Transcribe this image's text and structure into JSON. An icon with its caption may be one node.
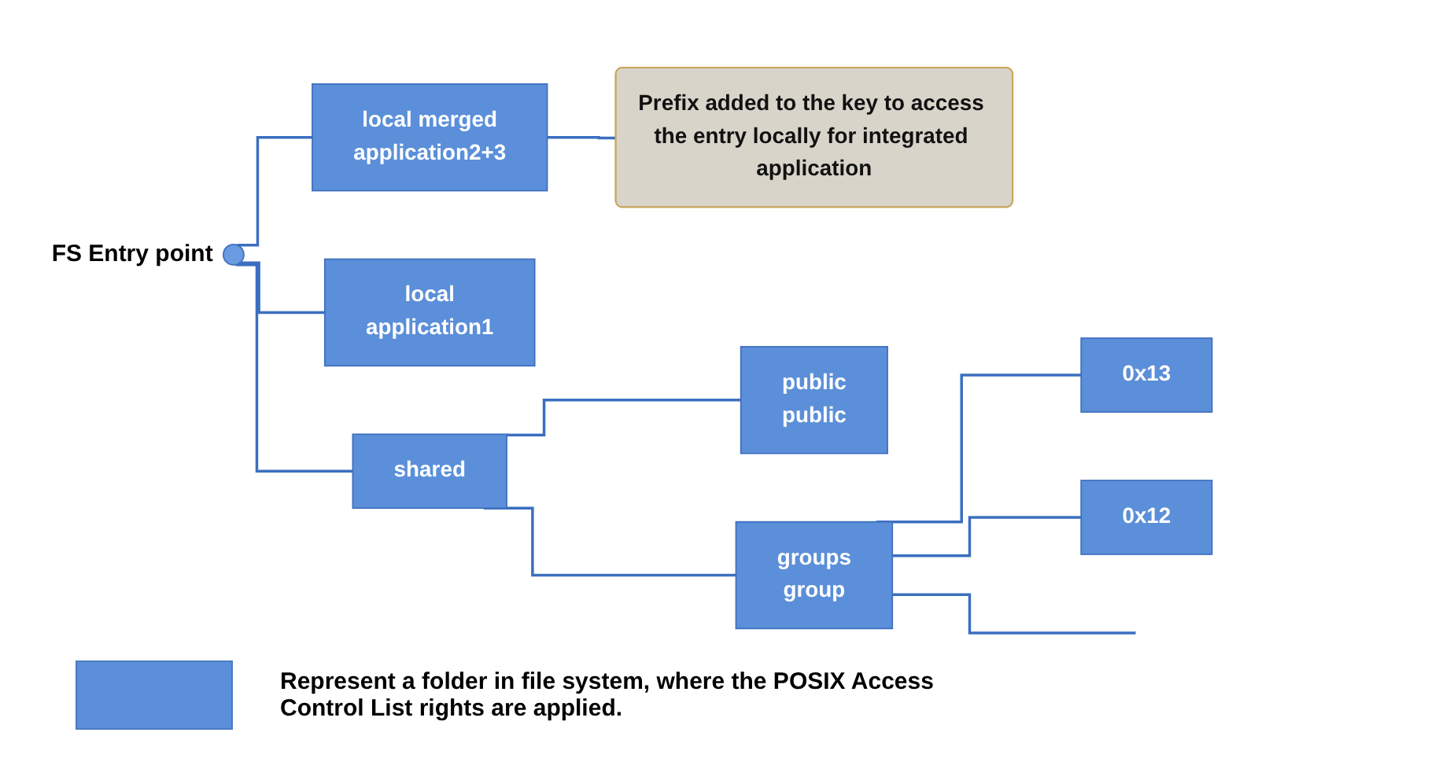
{
  "diagram": {
    "nodes": [
      {
        "text": [],
        "shape": "circle",
        "beside": [
          "FS Entry point"
        ]
      },
      {
        "text": [
          "shared"
        ]
      },
      {
        "text": [
          "local",
          "application1"
        ]
      },
      {
        "text": [
          "local merged",
          "application2+3"
        ]
      },
      {
        "text": [
          "Prefix added to the key to access the entry locally for integrated application"
        ]
      },
      {
        "text": [
          "public",
          "public"
        ]
      },
      {
        "text": [
          "groups",
          "group"
        ]
      },
      {
        "text": [
          "0x13"
        ]
      },
      {
        "text": [
          "0x12"
        ]
      }
    ],
    "edges": [
      {
        "from": 0,
        "to": 1,
        "arrow": "none"
      },
      {
        "from": 0,
        "to": 2,
        "arrow": "none"
      },
      {
        "from": 0,
        "to": 3,
        "arrow": "none"
      },
      {
        "from": 3,
        "to": 4,
        "arrow": "none"
      },
      {
        "from": 1,
        "to": 5,
        "arrow": "none"
      },
      {
        "from": 1,
        "to": 6,
        "arrow": "none"
      },
      {
        "from": 6,
        "to": 7,
        "arrow": "none"
      },
      {
        "from": 6,
        "to": 8,
        "arrow": "none"
      },
      {
        "from": 6,
        "to": null,
        "arrow": "none"
      }
    ],
    "legend": [
      {
        "text": "Represent a folder in file system, where the POSIX Access Control List rights are applied.",
        "color": "#5b8fd9"
      }
    ]
  }
}
